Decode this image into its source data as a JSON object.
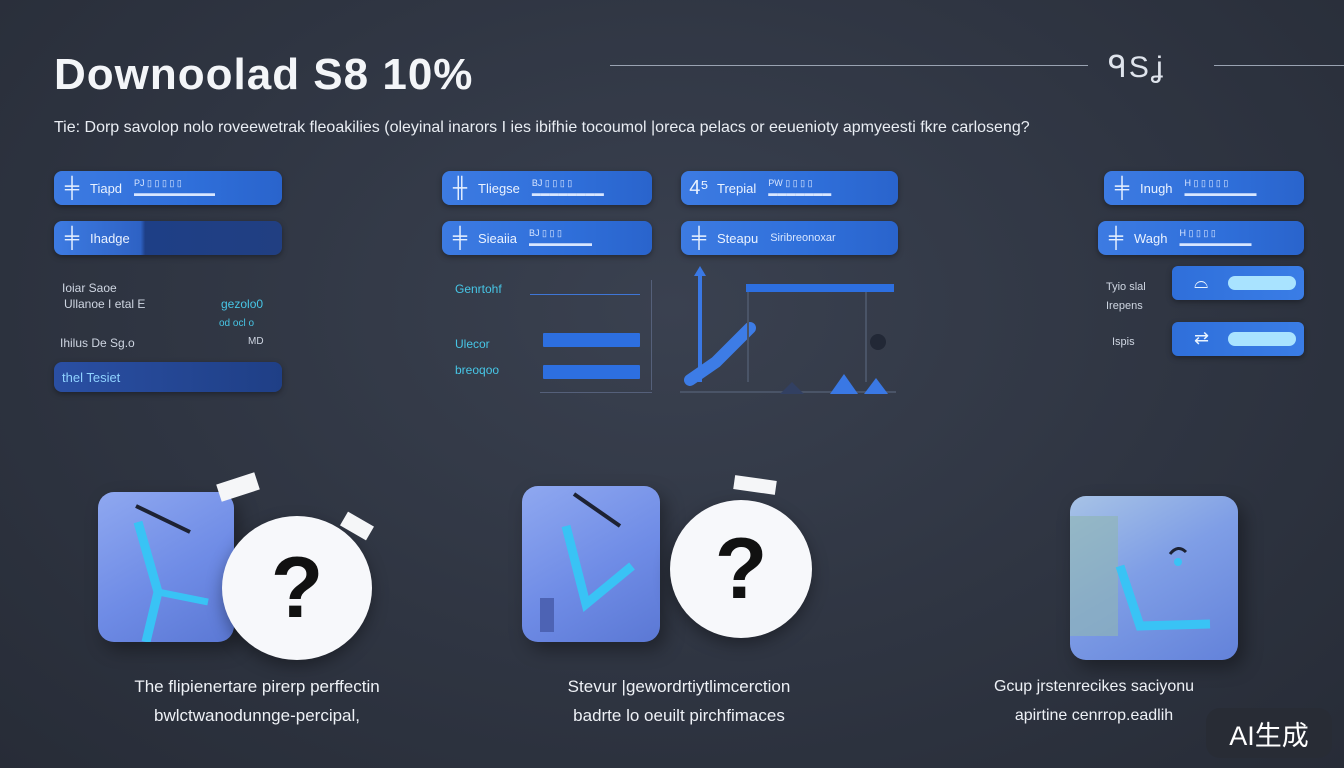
{
  "header": {
    "title": "Downoolad  S8 10%",
    "logo_text": "ᑫSʝ",
    "subtitle": "Tie: Dorp savolop nolo roveewetrak fleoakilies (oleyinal inarors I ies ibifhie tocoumol |oreca pelacs or eeuenioty apmyeesti fkre carloseng?"
  },
  "left_panel": {
    "pills": [
      {
        "glyph": "╪",
        "label": "Tiapd",
        "small1": "PJ ▯ ▯ ▯ ▯ ▯",
        "small2": "▬▬▬▬▬▬▬▬▬"
      },
      {
        "glyph": "╪",
        "label": "Ihadge"
      }
    ],
    "rows": [
      {
        "left": "Ioiar Saoe",
        "right": ""
      },
      {
        "left": "Ullanoe I etal E",
        "right": "gezolo0"
      },
      {
        "left": "",
        "right": "od ocl o"
      },
      {
        "left": "Ihilus De Sg.o",
        "right": "MD"
      }
    ],
    "footer_label": "thel Tesiet"
  },
  "middle_panel": {
    "pills": [
      {
        "glyph": "╫",
        "label": "Tliegse",
        "small1": "BJ ▯ ▯ ▯ ▯",
        "small2": "▬▬▬▬▬▬▬▬"
      },
      {
        "glyph": "╪",
        "label": "Sieaiia",
        "small1": "BJ ▯ ▯ ▯",
        "small2": "▬▬▬▬▬▬▬"
      }
    ],
    "rows": [
      {
        "label": "Genrtohf"
      },
      {
        "label": "Ulecor"
      },
      {
        "label": "breoqoo"
      }
    ]
  },
  "center_panel": {
    "pills": [
      {
        "glyph": "4⁵",
        "label": "Trepial",
        "small1": "PW ▯ ▯ ▯ ▯",
        "small2": "▬▬▬▬▬▬▬"
      },
      {
        "glyph": "╪",
        "label": "Steapu",
        "small1": "Siribreonoxar",
        "small2": ""
      }
    ]
  },
  "right_panel": {
    "pills": [
      {
        "glyph": "╪",
        "label": "Inugh",
        "small1": "H ▯ ▯ ▯ ▯ ▯",
        "small2": "▬▬▬▬▬▬▬▬"
      },
      {
        "glyph": "╪",
        "label": "Wagh",
        "small1": "H ▯ ▯ ▯ ▯",
        "small2": "▬▬▬▬▬▬▬▬"
      }
    ],
    "rows": [
      {
        "label": "Tyio slal"
      },
      {
        "label": "Irepens"
      },
      {
        "label": "Ispis"
      }
    ]
  },
  "features": [
    {
      "line1": "The flipienertare pirerp perffectin",
      "line2": "bwlctwanodunnge-percipal,"
    },
    {
      "line1": "Stevur |gewordrtiytlimcerction",
      "line2": "badrte lo oeuilt pirchfimaces"
    },
    {
      "line1": "Gcup jrstenrecikes saciyonu",
      "line2": "apirtine cenrrop.eadlih"
    }
  ],
  "icons": {
    "question_1": "?",
    "question_2": "?"
  },
  "watermark": "AI生成",
  "colors": {
    "accent": "#2f6fda",
    "cyan": "#47c6e6",
    "background": "#2f3542"
  }
}
